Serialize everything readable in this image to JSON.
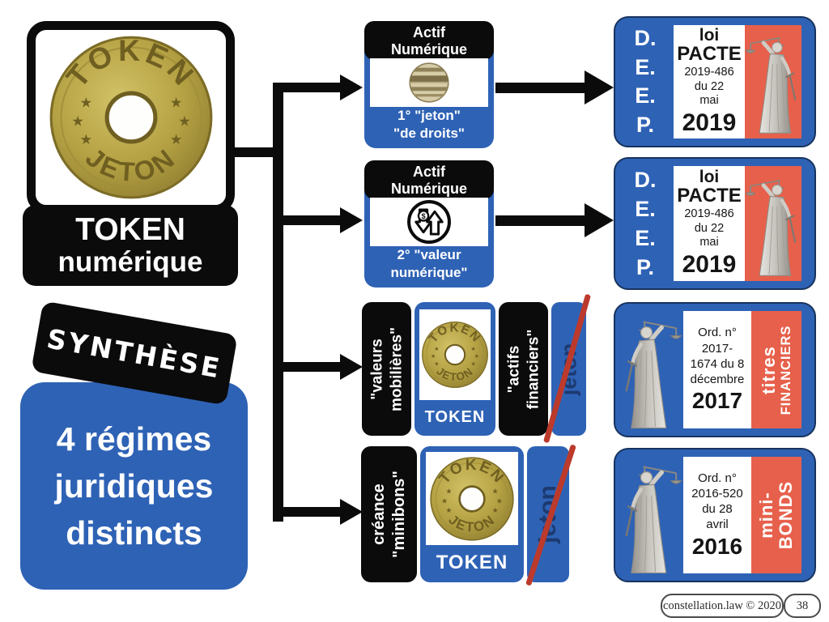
{
  "colors": {
    "blue": "#2e62b5",
    "red_panel": "#e7604b",
    "strike_red": "#bc3a2b",
    "black": "#0b0b0b",
    "jeton_navy": "#1c3a70",
    "brass": "#b4a143"
  },
  "icons": {
    "coin_face": "token-coin",
    "coin_side": "coin-edge",
    "exchange": "currency-exchange-arrows",
    "justice": "lady-justice-statue",
    "star": "★"
  },
  "left": {
    "coin": {
      "top": "TOKEN",
      "bottom": "JETON"
    },
    "title1": "TOKEN",
    "title2": "numérique",
    "synthese": "SYNTHÈSE",
    "regimes": [
      "4 régimes",
      "juridiques",
      "distincts"
    ]
  },
  "middle": {
    "box1": {
      "head1": "Actif",
      "head2": "Numérique",
      "foot1": "1° \"jeton\"",
      "foot2": "\"de droits\""
    },
    "box2": {
      "head1": "Actif",
      "head2": "Numérique",
      "foot1": "2° \"valeur",
      "foot2": "numérique\""
    },
    "group3": {
      "left1": "\"valeurs",
      "left2": "mobilières\"",
      "token": "TOKEN",
      "right1": "\"actifs",
      "right2": "financiers\"",
      "struck": "jeton"
    },
    "group4": {
      "left1": "créance",
      "left2": "\"minibons\"",
      "token": "TOKEN",
      "struck": "jeton"
    }
  },
  "right": {
    "deep": [
      "D.",
      "E.",
      "E.",
      "P."
    ],
    "box1": {
      "l1": "loi",
      "l2": "PACTE",
      "s0": "2019-486",
      "s1": "du 22",
      "s2": "mai",
      "year": "2019"
    },
    "box2": {
      "l1": "loi",
      "l2": "PACTE",
      "s0": "2019-486",
      "s1": "du 22",
      "s2": "mai",
      "year": "2019"
    },
    "box3": {
      "s0": "Ord. n°",
      "s1": "2017-",
      "s2": "1674 du 8",
      "s3": "décembre",
      "year": "2017",
      "side1": "titres",
      "side2": "FINANCIERS"
    },
    "box4": {
      "s0": "Ord. n°",
      "s1": "2016-520",
      "s2": "du 28",
      "s3": "avril",
      "year": "2016",
      "side1": "mini-",
      "side2": "BONDS"
    }
  },
  "footer": {
    "site": "constellation.law © 2020",
    "page": "38"
  }
}
